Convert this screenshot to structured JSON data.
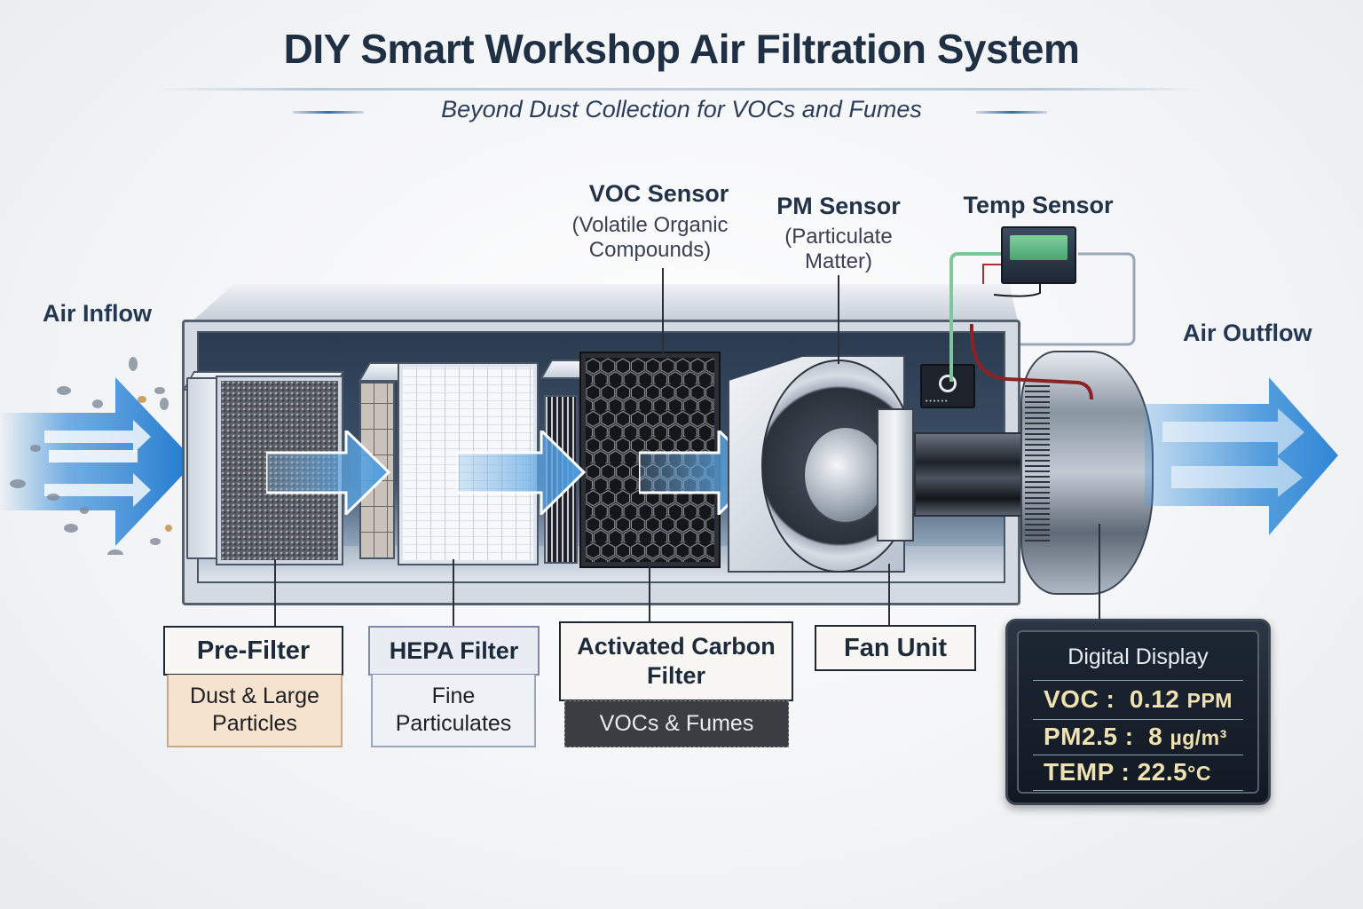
{
  "header": {
    "title": "DIY Smart Workshop Air Filtration System",
    "subtitle": "Beyond Dust Collection for VOCs and Fumes"
  },
  "flow": {
    "inflow_label": "Air Inflow",
    "outflow_label": "Air Outflow"
  },
  "sensors": {
    "voc": {
      "title": "VOC Sensor",
      "line1": "(Volatile Organic",
      "line2": "Compounds)"
    },
    "pm": {
      "title": "PM Sensor",
      "line1": "(Particulate",
      "line2": "Matter)"
    },
    "temp": {
      "title": "Temp Sensor"
    }
  },
  "components": [
    {
      "name": "Pre-Filter",
      "description_line1": "Dust & Large",
      "description_line2": "Particles",
      "desc_color": "#f6e3cf"
    },
    {
      "name": "HEPA Filter",
      "description_line1": "Fine",
      "description_line2": "Particulates",
      "desc_color": "#eef1f6"
    },
    {
      "name_line1": "Activated Carbon",
      "name_line2": "Filter",
      "description": "VOCs & Fumes",
      "desc_color": "#3a3d42"
    },
    {
      "name": "Fan Unit"
    }
  ],
  "display": {
    "title": "Digital Display",
    "rows": [
      {
        "label": "VOC :",
        "value": "0.12",
        "unit": "PPM"
      },
      {
        "label": "PM2.5 :",
        "value": "8",
        "unit": "µg/m³"
      },
      {
        "label": "TEMP :",
        "value": "22.5",
        "unit": "°C"
      }
    ]
  },
  "colors": {
    "title": "#1f2f44",
    "arrow_blue": "#2f86d6",
    "display_text": "#f0e2b0"
  },
  "icons": {
    "inflow": "arrow-right-icon",
    "outflow": "arrow-right-icon",
    "fan": "fan-icon",
    "sensor": "sensor-icon"
  }
}
